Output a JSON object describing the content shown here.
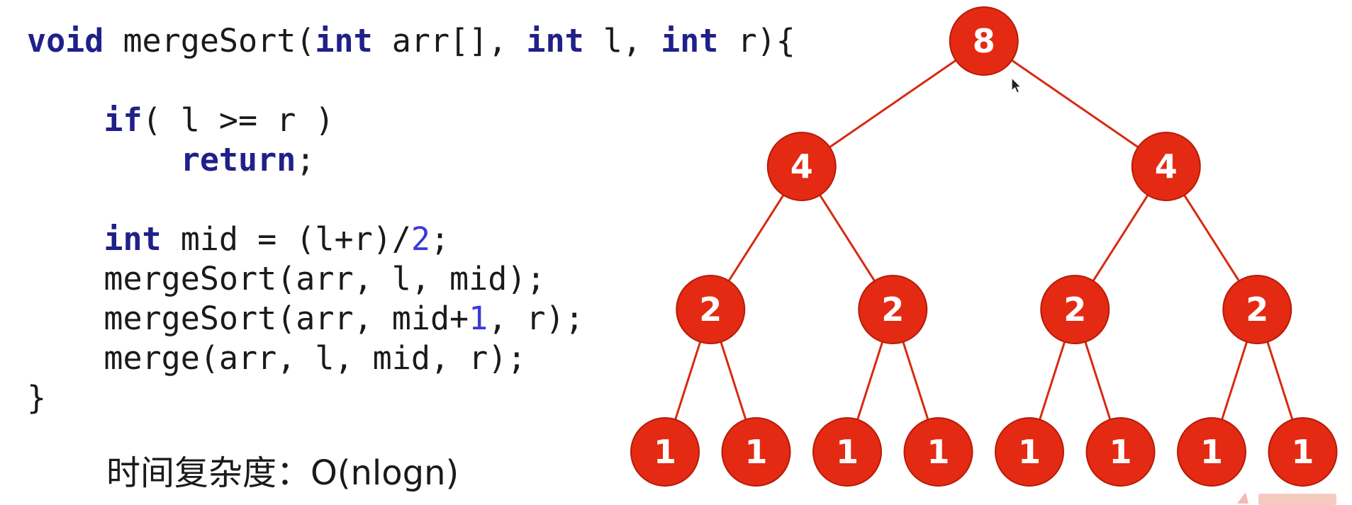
{
  "code": {
    "lines": [
      [
        {
          "t": "void",
          "c": "keyword"
        },
        {
          "t": " mergeSort(",
          "c": "plain"
        },
        {
          "t": "int",
          "c": "keyword"
        },
        {
          "t": " arr[], ",
          "c": "plain"
        },
        {
          "t": "int",
          "c": "keyword"
        },
        {
          "t": " l, ",
          "c": "plain"
        },
        {
          "t": "int",
          "c": "keyword"
        },
        {
          "t": " r){",
          "c": "plain"
        }
      ],
      [],
      [
        {
          "t": "    ",
          "c": "plain"
        },
        {
          "t": "if",
          "c": "keyword"
        },
        {
          "t": "( l >= r )",
          "c": "plain"
        }
      ],
      [
        {
          "t": "        ",
          "c": "plain"
        },
        {
          "t": "return",
          "c": "keyword"
        },
        {
          "t": ";",
          "c": "plain"
        }
      ],
      [],
      [
        {
          "t": "    ",
          "c": "plain"
        },
        {
          "t": "int",
          "c": "keyword"
        },
        {
          "t": " mid = (l+r)/",
          "c": "plain"
        },
        {
          "t": "2",
          "c": "number"
        },
        {
          "t": ";",
          "c": "plain"
        }
      ],
      [
        {
          "t": "    mergeSort(arr, l, mid);",
          "c": "plain"
        }
      ],
      [
        {
          "t": "    mergeSort(arr, mid+",
          "c": "plain"
        },
        {
          "t": "1",
          "c": "number"
        },
        {
          "t": ", r);",
          "c": "plain"
        }
      ],
      [
        {
          "t": "    merge(arr, l, mid, r);",
          "c": "plain"
        }
      ],
      [
        {
          "t": "}",
          "c": "plain"
        }
      ]
    ]
  },
  "complexity": {
    "text": "时间复杂度：O(nlogn)"
  },
  "tree": {
    "levels": [
      [
        "8"
      ],
      [
        "4",
        "4"
      ],
      [
        "2",
        "2",
        "2",
        "2"
      ],
      [
        "1",
        "1",
        "1",
        "1",
        "1",
        "1",
        "1",
        "1"
      ]
    ],
    "colors": {
      "node_fill": "#e42a13",
      "edge": "#d62a12",
      "label": "#ffffff"
    }
  },
  "icons": {
    "cursor": "mouse-pointer-icon"
  }
}
